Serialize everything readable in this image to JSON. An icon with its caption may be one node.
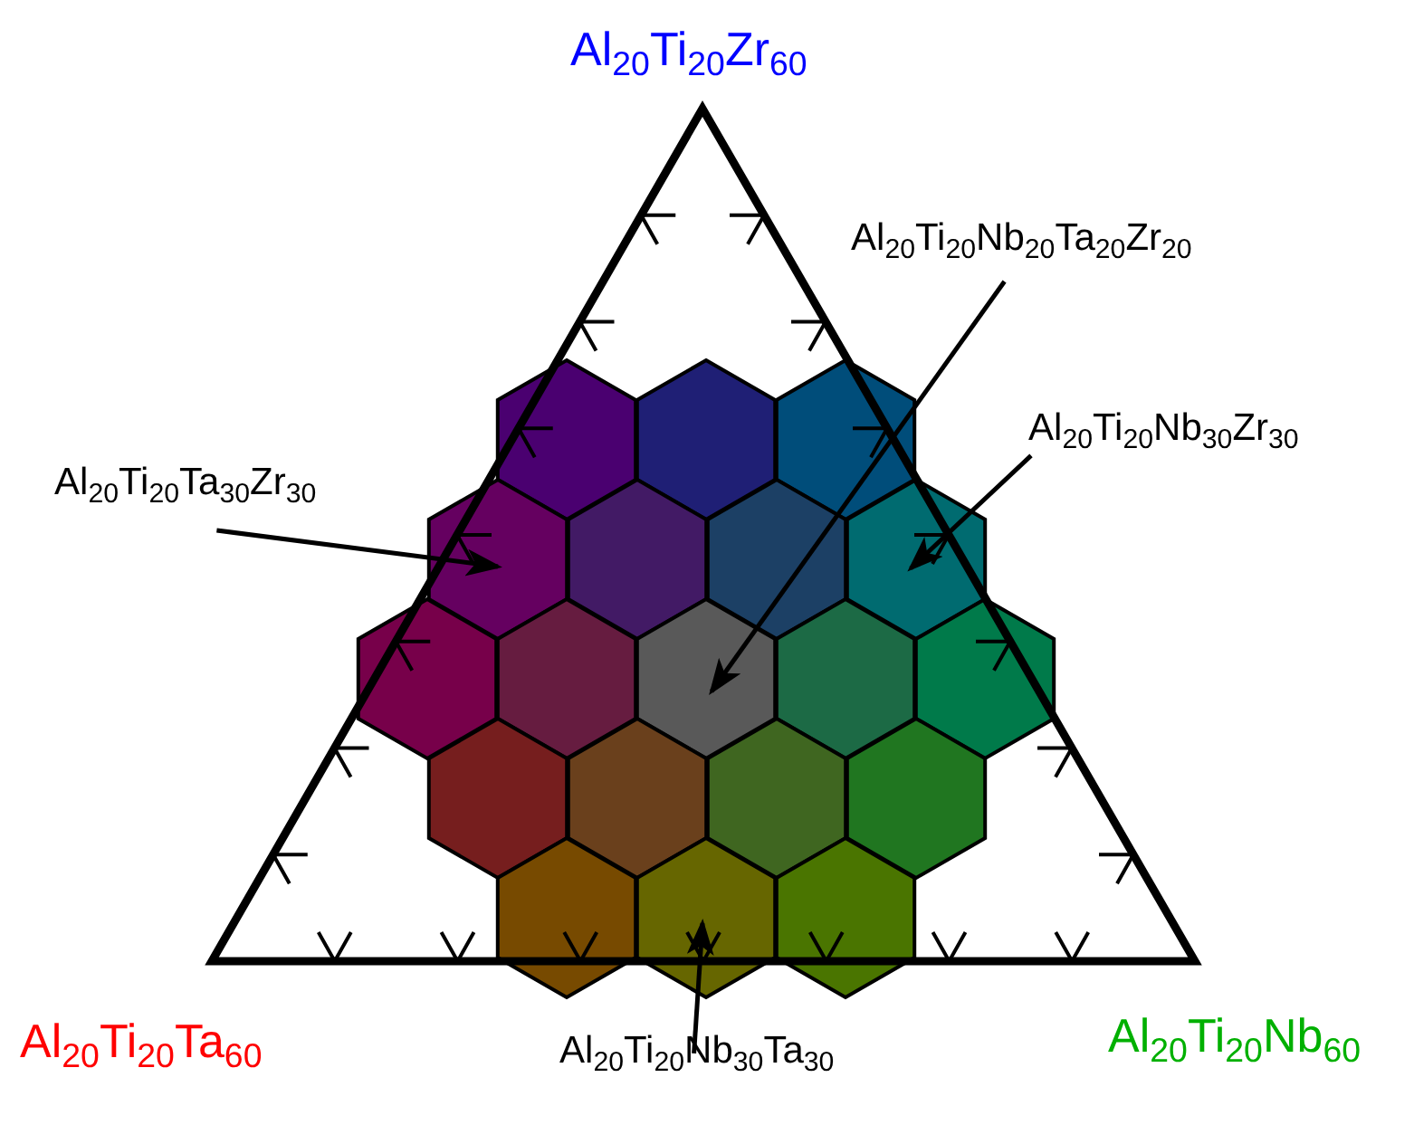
{
  "diagram": {
    "nodes": [
      {
        "text": [
          "Al$_{20}$Ti$_{20}$Nb$_{20}$Ta$_{20}$Zr$_{20}$"
        ]
      },
      {
        "text": [
          "Al$_{20}$Ti$_{20}$Nb$_{30}$Zr$_{30}$"
        ]
      },
      {
        "text": [
          "Al$_{20}$Ti$_{20}$Ta$_{30}$Zr$_{30}$"
        ]
      },
      {
        "text": [],
        "shape": "hexagon"
      },
      {
        "text": [],
        "shape": "hexagon"
      },
      {
        "text": [],
        "shape": "hexagon"
      },
      {
        "text": [],
        "shape": "hexagon"
      },
      {
        "text": [],
        "shape": "hexagon"
      },
      {
        "text": [],
        "shape": "hexagon"
      },
      {
        "text": [],
        "shape": "hexagon"
      },
      {
        "text": [],
        "shape": "hexagon"
      },
      {
        "text": [],
        "shape": "hexagon"
      },
      {
        "text": [],
        "shape": "hexagon"
      },
      {
        "text": [],
        "shape": "hexagon"
      },
      {
        "text": [],
        "shape": "hexagon"
      },
      {
        "text": [],
        "shape": "hexagon"
      },
      {
        "text": [],
        "shape": "hexagon"
      },
      {
        "text": [],
        "shape": "hexagon"
      },
      {
        "text": [],
        "shape": "hexagon"
      },
      {
        "text": [],
        "shape": "hexagon"
      },
      {
        "text": [],
        "shape": "hexagon"
      },
      {
        "text": [],
        "shape": "hexagon"
      },
      {
        "text": [
          "Al$_{20}$Ti$_{20}$Nb$_{30}$Ta$_{30}$"
        ]
      }
    ],
    "edges": [
      {
        "from": 0,
        "to": 12,
        "arrow": "to"
      },
      {
        "from": 1,
        "to": 9,
        "arrow": "to"
      },
      {
        "from": 2,
        "to": 6,
        "arrow": "to"
      },
      {
        "from": 22,
        "to": 20,
        "arrow": "to"
      }
    ],
    "labels": [
      "Al$_{20}$Ti$_{20}$Zr$_{60}$",
      "Al$_{20}$Ti$_{20}$Ta$_{60}$",
      "Al$_{20}$Ti$_{20}$Nb$_{60}$"
    ]
  }
}
